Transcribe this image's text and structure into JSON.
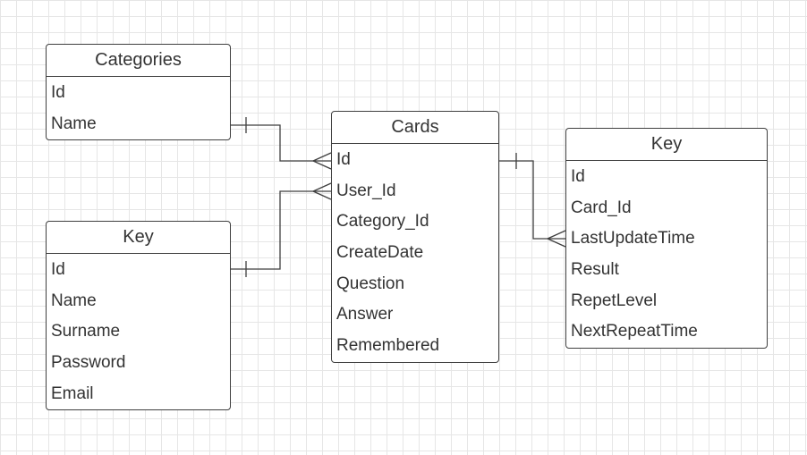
{
  "entities": {
    "categories": {
      "title": "Categories",
      "fields": [
        "Id",
        "Name"
      ]
    },
    "users": {
      "title": "Key",
      "fields": [
        "Id",
        "Name",
        "Surname",
        "Password",
        "Email"
      ]
    },
    "cards": {
      "title": "Cards",
      "fields": [
        "Id",
        "User_Id",
        "Category_Id",
        "CreateDate",
        "Question",
        "Answer",
        "Remembered"
      ]
    },
    "progress": {
      "title": "Key",
      "fields": [
        "Id",
        "Card_Id",
        "LastUpdateTime",
        "Result",
        "RepetLevel",
        "NextRepeatTime"
      ]
    }
  },
  "relationships": [
    {
      "from": "categories.Name",
      "to": "cards.Id",
      "from_end": "one",
      "to_end": "many"
    },
    {
      "from": "users.Id",
      "to": "cards.User_Id",
      "from_end": "one",
      "to_end": "many"
    },
    {
      "from": "cards.Id",
      "to": "progress.LastUpdateTime",
      "from_end": "one",
      "to_end": "many"
    }
  ],
  "colors": {
    "line": "#3f3f3f",
    "text": "#333333",
    "grid": "#e6e6e6",
    "background": "#ffffff"
  }
}
